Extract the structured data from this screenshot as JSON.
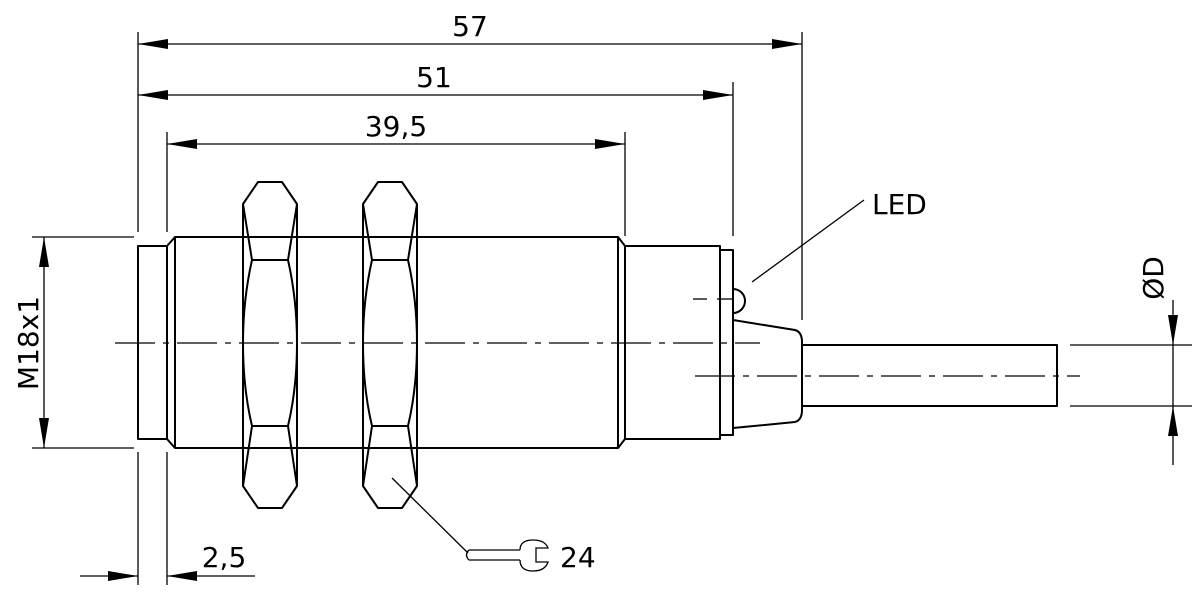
{
  "dimensions": {
    "overall_length": "57",
    "length_to_led": "51",
    "thread_length": "39,5",
    "thread_offset": "2,5",
    "thread_size": "M18x1",
    "cable_diameter": "ØD"
  },
  "callouts": {
    "led": "LED",
    "wrench_size": "24"
  },
  "colors": {
    "line": "#000000",
    "background": "#ffffff"
  },
  "icons": [
    "wrench-icon"
  ]
}
